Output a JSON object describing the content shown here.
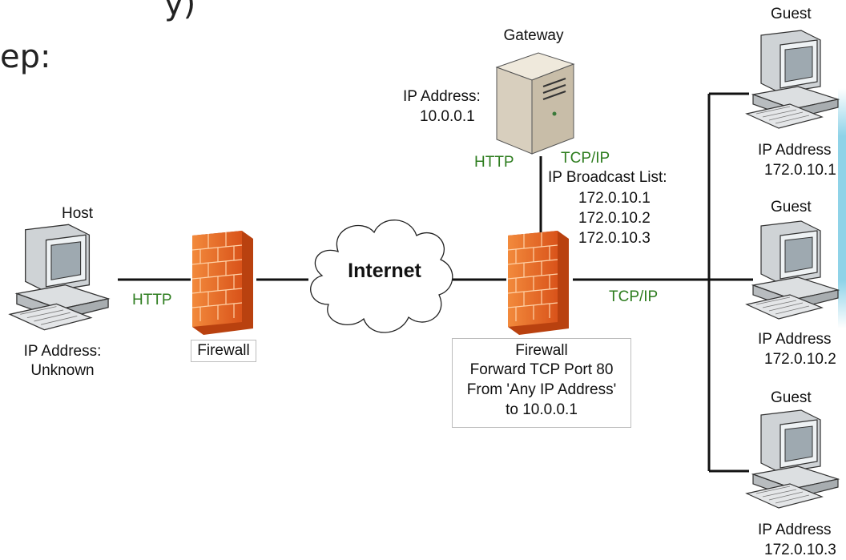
{
  "slide": {
    "fragment_top": "y)",
    "fragment_step": "ep:"
  },
  "nodes": {
    "host": {
      "title": "Host",
      "ip_label": "IP Address:",
      "ip_value": "Unknown"
    },
    "gateway": {
      "title": "Gateway",
      "ip_label": "IP Address:",
      "ip_value": "10.0.0.1"
    },
    "guests": [
      {
        "title": "Guest",
        "ip_label": "IP Address",
        "ip_value": "172.0.10.1"
      },
      {
        "title": "Guest",
        "ip_label": "IP Address",
        "ip_value": "172.0.10.2"
      },
      {
        "title": "Guest",
        "ip_label": "IP Address",
        "ip_value": "172.0.10.3"
      }
    ],
    "firewall_left": {
      "label": "Firewall"
    },
    "firewall_right": {
      "label": "Firewall",
      "rule_lines": [
        "Forward TCP Port 80",
        "From 'Any IP Address'",
        "to 10.0.0.1"
      ]
    },
    "internet": {
      "label": "Internet"
    },
    "broadcast": {
      "title": "IP Broadcast List:",
      "items": [
        "172.0.10.1",
        "172.0.10.2",
        "172.0.10.3"
      ]
    }
  },
  "links": {
    "host_to_firewall": "HTTP",
    "gateway_left": "HTTP",
    "gateway_right": "TCP/IP",
    "firewall_to_guests": "TCP/IP"
  },
  "colors": {
    "firewall": "#e8661a",
    "protocol_text": "#2e7d1f",
    "line": "#111111",
    "accent_stripe": "#8fd3e8"
  }
}
